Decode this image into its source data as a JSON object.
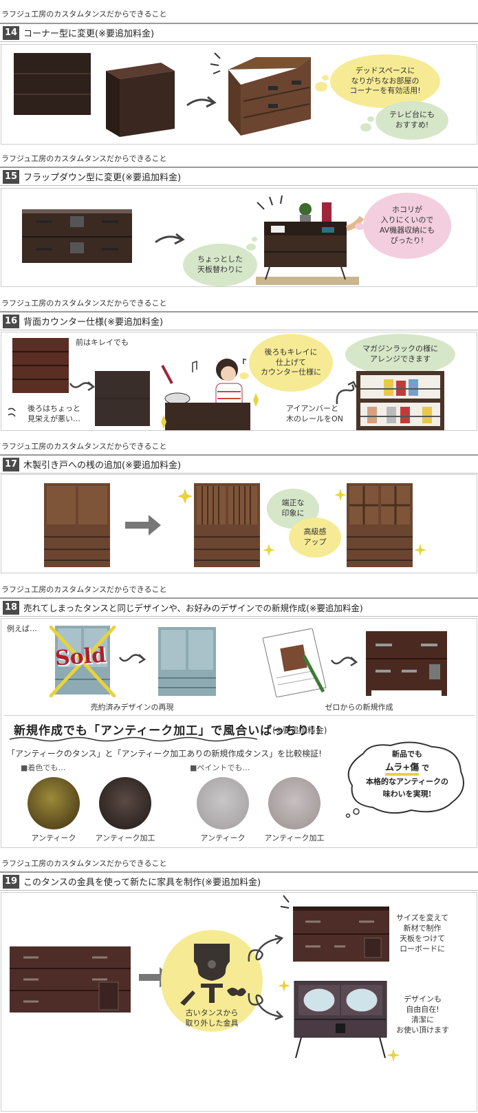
{
  "kicker": "ラフジュ工房のカスタムタンスだからできること",
  "s14": {
    "num": "14",
    "title": "コーナー型に変更(※要追加料金)",
    "bubble1": "デッドスペースに\nなりがちなお部屋の\nコーナーを有効活用!",
    "bubble2": "テレビ台にも\nおすすめ!"
  },
  "s15": {
    "num": "15",
    "title": "フラップダウン型に変更(※要追加料金)",
    "bubble1": "ちょっとした\n天板替わりに",
    "bubble2": "ホコリが\n入りにくいので\nAV機器収納にも\nぴったり!"
  },
  "s16": {
    "num": "16",
    "title": "背面カウンター仕様(※要追加料金)",
    "front_note": "前はキレイでも",
    "back_note": "後ろはちょっと\n見栄えが悪い…",
    "bubble1": "後ろもキレイに\n仕上げて\nカウンター仕様に",
    "bubble2": "マガジンラックの様に\nアレンジできます",
    "iron_note": "アイアンバーと\n木のレールをON"
  },
  "s17": {
    "num": "17",
    "title": "木製引き戸への桟の追加(※要追加料金)",
    "bubble1": "端正な\n印象に",
    "bubble2": "高級感\nアップ"
  },
  "s18": {
    "num": "18",
    "title": "売れてしまったタンスと同じデザインや、お好みのデザインでの新規作成(※要追加料金)",
    "example": "例えば…",
    "sold": "Sold",
    "caption1": "売約済みデザインの再現",
    "caption2": "ゼロからの新規作成",
    "headline": "新規作成でも「アンティーク加工」で風合いばっちり!!",
    "headline_note": "(※要追加料金)",
    "compare": "「アンティークのタンス」と「アンティーク加工ありの新規作成タンス」を比較検証!",
    "stain_label": "■着色でも…",
    "paint_label": "■ペイントでも…",
    "sw1": "アンティーク",
    "sw2": "アンティーク加工",
    "sw3": "アンティーク",
    "sw4": "アンティーク加工",
    "cloud_line1": "新品でも",
    "cloud_line2": "ムラ+傷",
    "cloud_line2b": "で",
    "cloud_line3": "本格的なアンティークの",
    "cloud_line4": "味わいを実現!"
  },
  "s19": {
    "num": "19",
    "title": "このタンスの金具を使って新たに家具を制作(※要追加料金)",
    "fittings": "古いタンスから\n取り外した金具",
    "note1": "サイズを変えて\n新材で制作\n天板をつけて\nローボードに",
    "note2": "デザインも\n自由自在!\n清潔に\nお使い頂けます"
  },
  "colors": {
    "wood_dark": "#3b2a22",
    "wood_mid": "#5a3a2a",
    "wood_light": "#7a5232",
    "accent_yellow": "#f6eb94",
    "accent_green": "#d6e6c8",
    "accent_pink": "#f3cede"
  }
}
